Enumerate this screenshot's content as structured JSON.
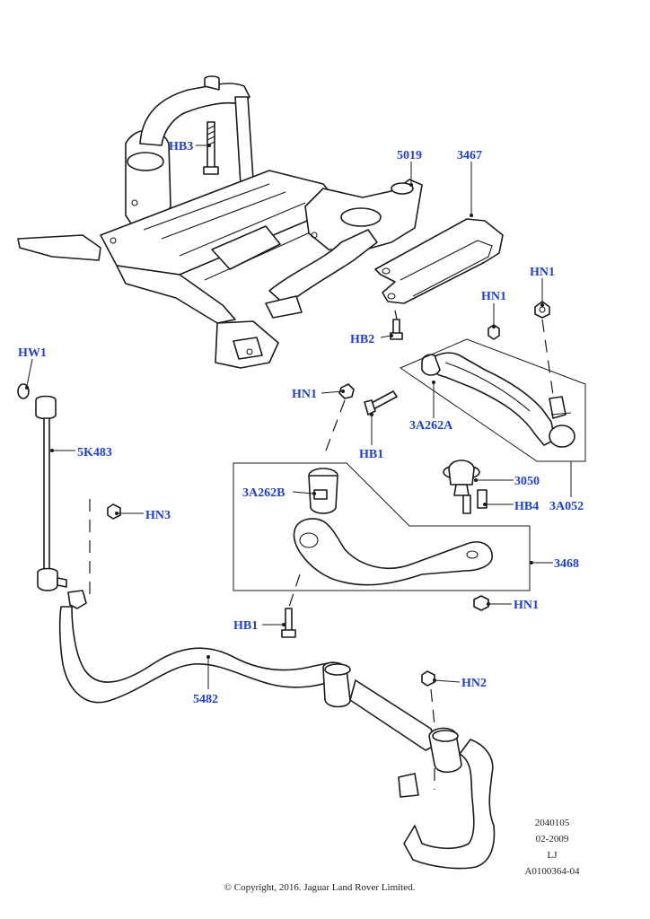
{
  "parts": {
    "HB3": "HB3",
    "p5019": "5019",
    "p3467": "3467",
    "HN1_a": "HN1",
    "HN1_b": "HN1",
    "HN1_c": "HN1",
    "HN1_d": "HN1",
    "HB2": "HB2",
    "HW1": "HW1",
    "p5K483": "5K483",
    "p3A262A": "3A262A",
    "HB1_a": "HB1",
    "HB1_b": "HB1",
    "p3A262B": "3A262B",
    "p3050": "3050",
    "HB4": "HB4",
    "p3A052": "3A052",
    "HN3": "HN3",
    "p3468": "3468",
    "p5482": "5482",
    "HN2": "HN2"
  },
  "info": {
    "code": "2040105",
    "date": "02-2009",
    "lj": "LJ",
    "ref": "A0100364-04"
  },
  "copyright": "© Copyright, 2016. Jaguar Land Rover Limited.",
  "colors": {
    "label": "#1f3fcf",
    "line": "#1a1a1a"
  }
}
